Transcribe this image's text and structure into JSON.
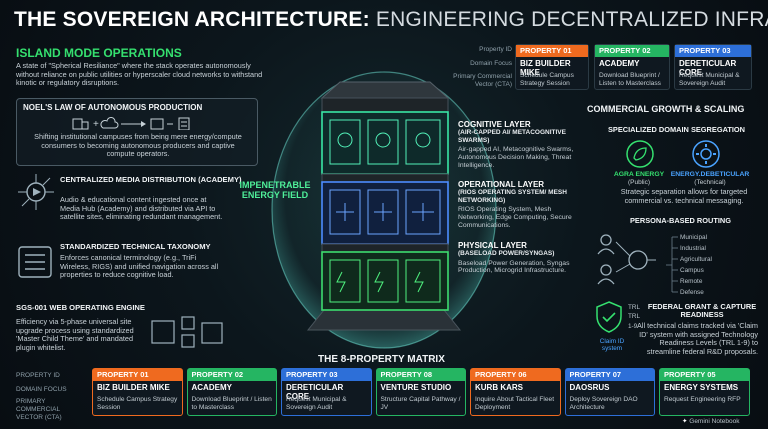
{
  "header": {
    "title_bold": "THE SOVEREIGN ARCHITECTURE:",
    "title_light": "ENGINEERING DECENTRALIZED INFRASTRUCTURE"
  },
  "island": {
    "title": "ISLAND MODE OPERATIONS",
    "text": "A state of \"Spherical Resiliance\" where the stack operates autonomously without reliance on public utilities or hyperscaler cloud networks to withstand kinotic or regulatory disruptions."
  },
  "noels_law": {
    "title": "NOEL'S LAW OF AUTONOMOUS PRODUCTION",
    "text": "Shifting institutional campuses from being mere energy/compute consumers to becoming autonomous producers and captive compute operators."
  },
  "left_sections": [
    {
      "title": "CENTRALIZED MEDIA DISTRIBUTION (ACADEMY)",
      "text": "Audio & educational content ingested once at Media Hub (Academy) and distributed via API to satellite sites, eliminating redundant management."
    },
    {
      "title": "STANDARDIZED TECHNICAL TAXONOMY",
      "text": "Enforces canonical terminology (e.g., TriFi Wireless, RIGS) and unified navigation across all properties to reduce cognitive load."
    },
    {
      "title": "SGS-001 WEB OPERATING ENGINE",
      "text": "Efficiency via 5-phase universal site upgrade process using standardized 'Master Child Theme' and mandated plugin whitelist."
    }
  ],
  "energy_field": "IMPENETRABLE ENERGY FIELD",
  "layers": [
    {
      "title": "COGNITIVE LAYER",
      "sub": "(AIR-CAPPED AI/ METACOGNITIVE SWARMS)",
      "text": "Air-gapped AI, Metacognitive Swarms, Autonomous Decision Making, Threat Intelligence."
    },
    {
      "title": "OPERATIONAL LAYER",
      "sub": "(RIOS OPERATING SYSTEM/ MESH NETWORKING)",
      "text": "RIOS Operating System, Mesh Networking, Edge Computing, Secure Communications."
    },
    {
      "title": "PHYSICAL LAYER",
      "sub": "(BASELOAD POWER/SYNGAS)",
      "text": "Baseload Power Generation, Syngas Production, Microgrid Infrastructure."
    }
  ],
  "top_matrix": {
    "row_labels": [
      "Property ID",
      "Domain Focus",
      "Primary Commercial Vector (CTA)"
    ],
    "cards": [
      {
        "id": "PROPERTY 01",
        "name": "BIZ BUILDER MIKE",
        "cta": "Schedule Campus Strategy Session",
        "color": "#ef6a1f"
      },
      {
        "id": "PROPERTY 02",
        "name": "ACADEMY",
        "cta": "Download Blueprint / Listen to Masterclass",
        "color": "#25b562"
      },
      {
        "id": "PROPERTY 03",
        "name": "DERETICULAR CORE",
        "cta": "Request Municipal & Sovereign Audit",
        "color": "#2d6fd8"
      }
    ]
  },
  "commercial": {
    "title": "COMMERCIAL GROWTH & SCALING",
    "segregation_title": "SPECIALIZED DOMAIN SEGREGATION",
    "agra_label": "AGRA ENERGY",
    "agra_sub": "(Public)",
    "energy_label": "ENERGY.DEBETICULAR",
    "energy_sub": "(Technical)",
    "segregation_text": "Strategic separation allows for targeted commercial vs. technical messaging.",
    "persona_title": "PERSONA-BASED ROUTING",
    "personas": [
      "Municipal",
      "Industrial",
      "Agricultural",
      "Campus",
      "Remote",
      "Defense"
    ],
    "federal_title": "FEDERAL GRANT & CAPTURE READINESS",
    "federal_text": "All technical claims tracked via 'Claim ID' system with assigned Technology Readiness Levels (TRL 1-9) to streamline federal R&D proposals.",
    "trl_labels": [
      "TRL",
      "TRL",
      "1-9"
    ],
    "claim_label": "Claim ID system"
  },
  "matrix": {
    "title": "THE 8-PROPERTY MATRIX",
    "row_labels": [
      "PROPERTY ID",
      "DOMAIN FOCUS",
      "PRIMARY COMMERCIAL VECTOR (CTA)"
    ],
    "cards": [
      {
        "id": "PROPERTY 01",
        "name": "BIZ BUILDER MIKE",
        "cta": "Schedule Campus Strategy Session",
        "color": "#ef6a1f"
      },
      {
        "id": "PROPERTY 02",
        "name": "ACADEMY",
        "cta": "Download Blueprint / Listen to Masterclass",
        "color": "#25b562"
      },
      {
        "id": "PROPERTY 03",
        "name": "DERETICULAR CORE",
        "cta": "Request Municipal & Sovereign Audit",
        "color": "#2d6fd8"
      },
      {
        "id": "PROPERTY 08",
        "name": "VENTURE STUDIO",
        "cta": "Structure Capital Pathway / JV",
        "color": "#25b562"
      },
      {
        "id": "PROPERTY 06",
        "name": "KURB KARS",
        "cta": "Inquire About Tactical Fleet Deployment",
        "color": "#ef6a1f"
      },
      {
        "id": "PROPERTY 07",
        "name": "DAOSRUS",
        "cta": "Deploy Sovereign DAO Architecture",
        "color": "#2d6fd8"
      },
      {
        "id": "PROPERTY 05",
        "name": "ENERGY SYSTEMS",
        "cta": "Request Engineering RFP",
        "color": "#25b562"
      }
    ]
  },
  "watermark": "Gemini Notebook",
  "colors": {
    "accent_green": "#35e06f",
    "orange": "#ef6a1f",
    "green": "#25b562",
    "blue": "#2d6fd8"
  }
}
